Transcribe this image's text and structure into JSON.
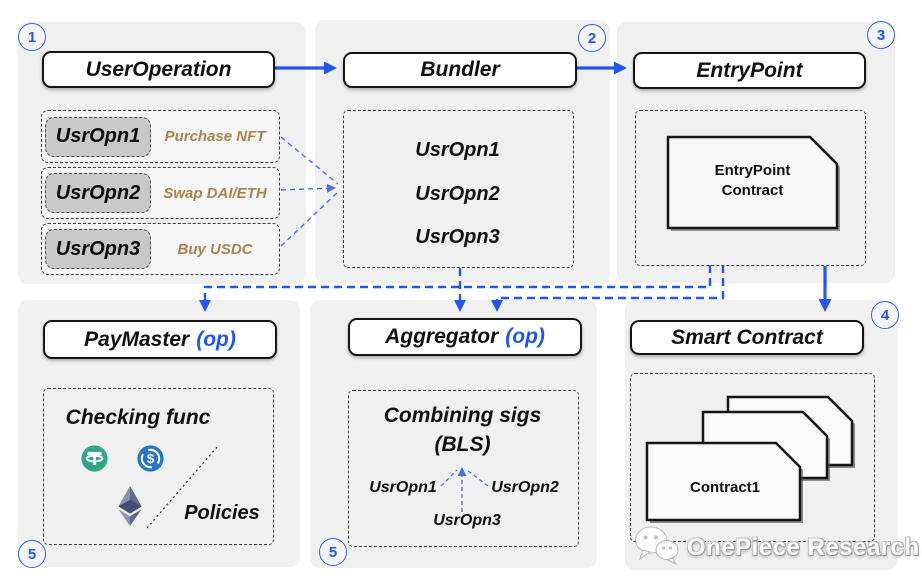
{
  "colors": {
    "accent_blue": "#2355f0",
    "dashed_blue": "#4a6fe3",
    "annotation_tan": "#a9824f",
    "panel_gray": "#f0f0f1",
    "tether_green": "#2ea684",
    "usdc_blue": "#2775ca",
    "eth_slate": "#62688f"
  },
  "panels": {
    "user_operation": {
      "step": "1",
      "title": "UserOperation",
      "items": [
        {
          "name": "UsrOpn1",
          "desc": "Purchase NFT"
        },
        {
          "name": "UsrOpn2",
          "desc": "Swap DAI/ETH"
        },
        {
          "name": "UsrOpn3",
          "desc": "Buy USDC"
        }
      ]
    },
    "bundler": {
      "step": "2",
      "title": "Bundler",
      "items": [
        "UsrOpn1",
        "UsrOpn2",
        "UsrOpn3"
      ]
    },
    "entry_point": {
      "step": "3",
      "title": "EntryPoint",
      "contract_line1": "EntryPoint",
      "contract_line2": "Contract"
    },
    "paymaster": {
      "step": "5",
      "title": "PayMaster",
      "suffix": "(op)",
      "heading": "Checking func",
      "policies": "Policies",
      "icons": [
        "tether-icon",
        "usdc-icon",
        "ethereum-icon"
      ]
    },
    "aggregator": {
      "step": "5",
      "title": "Aggregator",
      "suffix": "(op)",
      "heading_line1": "Combining sigs",
      "heading_line2": "(BLS)",
      "items": [
        "UsrOpn1",
        "UsrOpn2",
        "UsrOpn3"
      ]
    },
    "smart_contract": {
      "step": "4",
      "title": "Smart Contract",
      "contract_label": "Contract1"
    }
  },
  "watermark": {
    "brand": "OnePiece Research"
  }
}
